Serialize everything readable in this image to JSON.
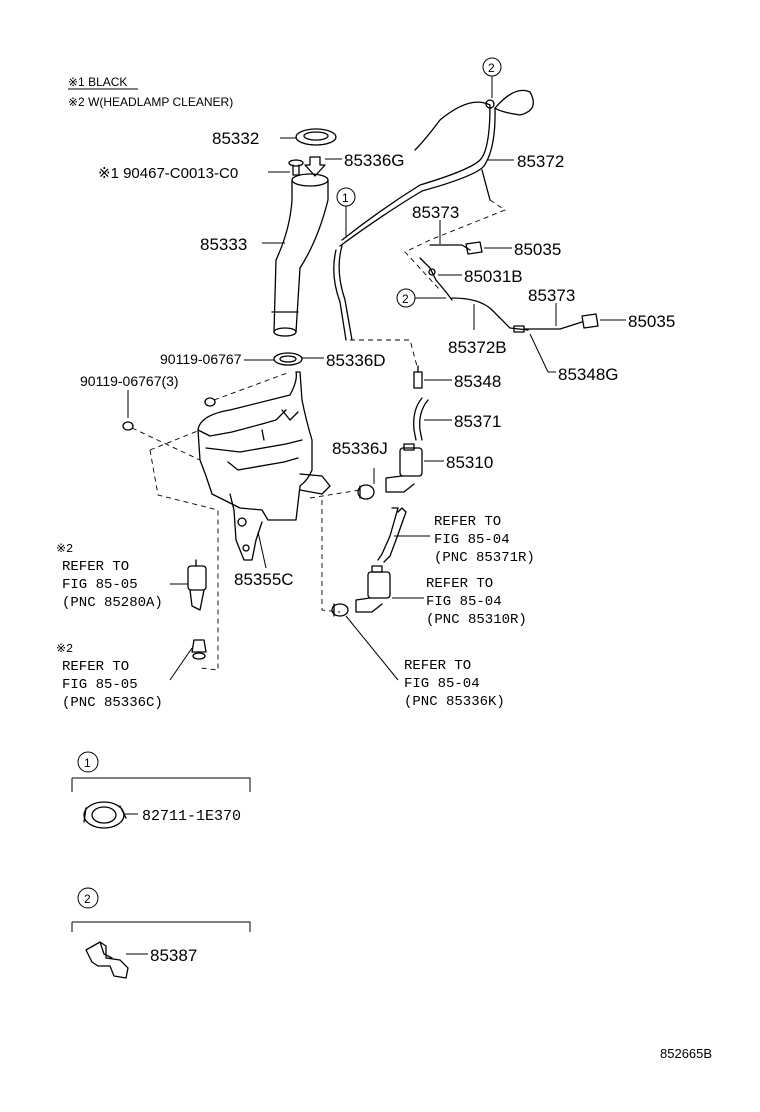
{
  "notes": [
    "※1 BLACK",
    "※2 W(HEADLAMP CLEANER)"
  ],
  "parts": {
    "p85332": "85332",
    "p85336G": "85336G",
    "p90467": "※1 90467-C0013-C0",
    "p85372": "85372",
    "p85333": "85333",
    "p85373a": "85373",
    "p85035a": "85035",
    "p85031B": "85031B",
    "p85373b": "85373",
    "p85035b": "85035",
    "p85372B": "85372B",
    "p85348G": "85348G",
    "p90119a": "90119-06767",
    "p85336D": "85336D",
    "p90119b": "90119-06767(3)",
    "p85348": "85348",
    "p85371": "85371",
    "p85336J": "85336J",
    "p85310": "85310",
    "p85355C": "85355C",
    "p82711": "82711-1E370",
    "p85387": "85387"
  },
  "refs": {
    "r1": [
      "REFER TO",
      "FIG 85-04",
      "(PNC 85371R)"
    ],
    "r2": [
      "REFER TO",
      "FIG 85-04",
      "(PNC 85310R)"
    ],
    "r3": [
      "REFER TO",
      "FIG 85-04",
      "(PNC 85336K)"
    ],
    "r4": [
      "※2",
      "REFER TO",
      "FIG 85-05",
      "(PNC 85280A)"
    ],
    "r5": [
      "※2",
      "REFER TO",
      "FIG 85-05",
      "(PNC 85336C)"
    ]
  },
  "callouts": {
    "c1": "1",
    "c2": "2"
  },
  "figure_code": "852665B"
}
